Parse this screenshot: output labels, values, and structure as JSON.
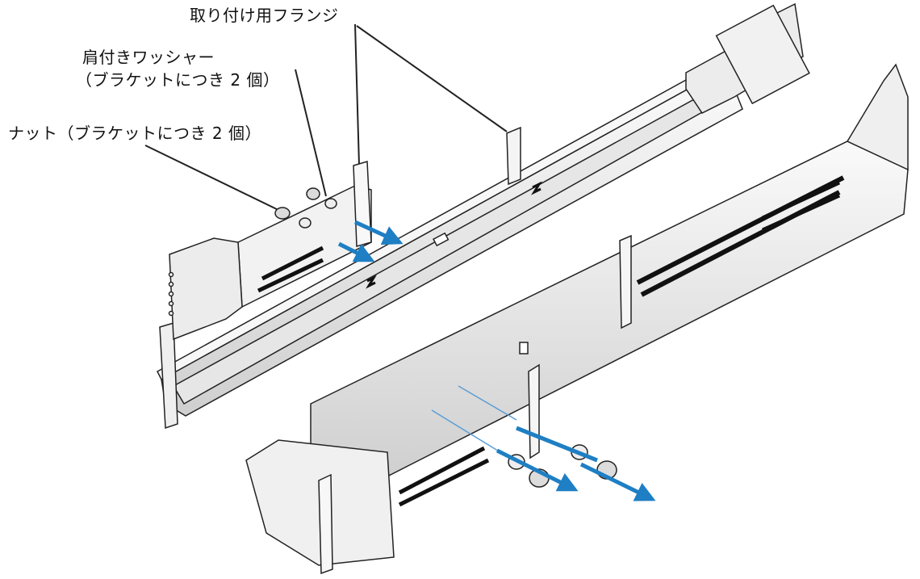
{
  "labels": {
    "flange": "取り付け用フランジ",
    "washer_line1": "肩付きワッシャー",
    "washer_line2": "（ブラケットにつき 2 個）",
    "nut": "ナット（ブラケットにつき 2 個）"
  },
  "colors": {
    "arrow": "#1e7fc4",
    "metal_light": "#f3f3f3",
    "metal_mid": "#d9d9d9",
    "metal_dark": "#a8a8a8",
    "outline": "#222222",
    "slot": "#1a1a1a"
  }
}
